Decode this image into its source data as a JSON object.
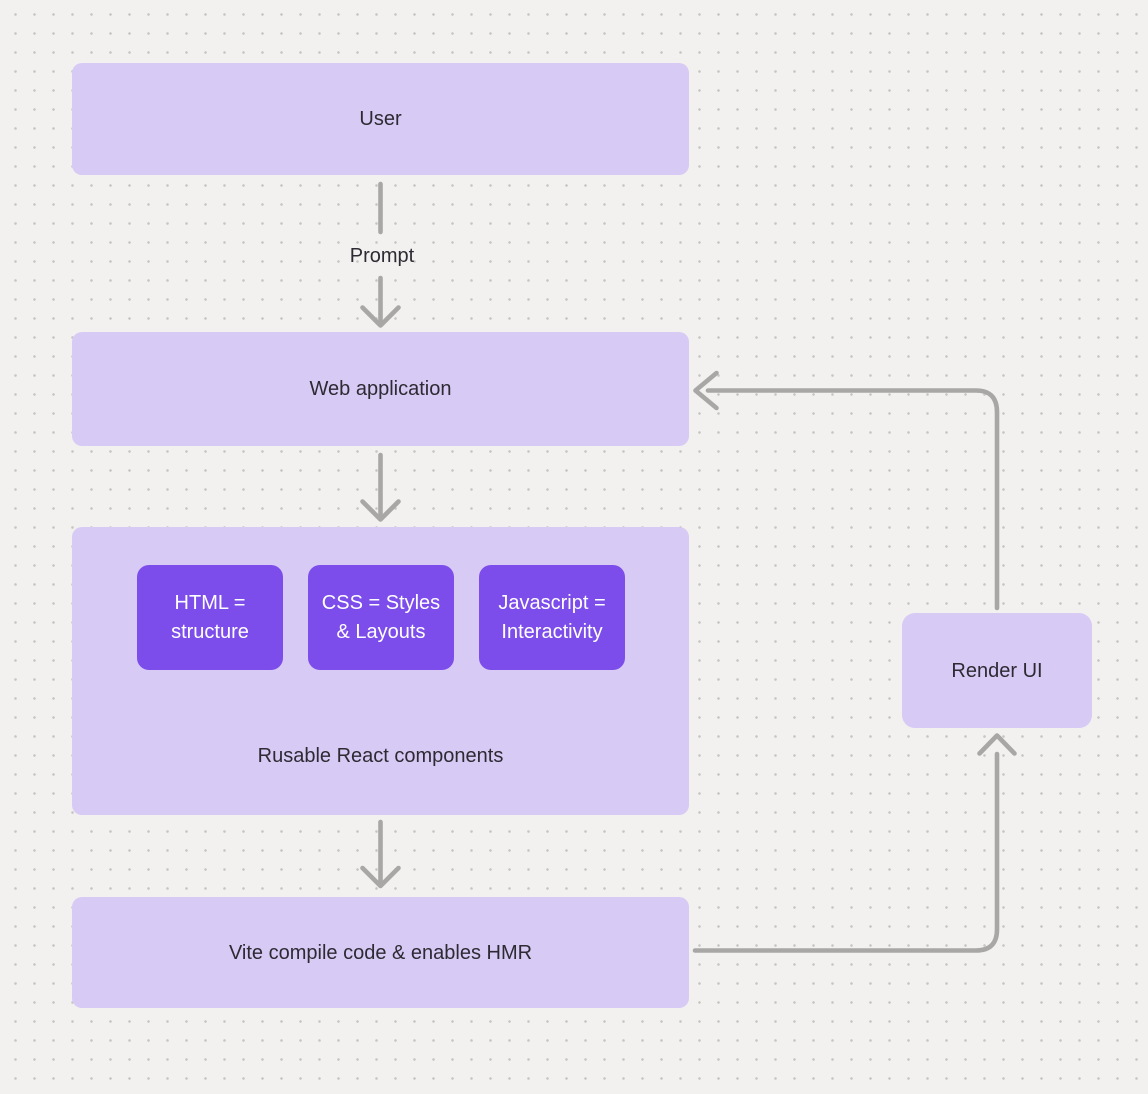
{
  "diagram": {
    "colors": {
      "background": "#f2f1ef",
      "grid_dot": "#c9c6c4",
      "node_fill": "#d7caf4",
      "node_text": "#2d2a33",
      "child_fill": "#7c4dea",
      "child_text": "#ffffff",
      "arrow": "#a8a7a6"
    },
    "nodes": {
      "user": {
        "label": "User"
      },
      "web_application": {
        "label": "Web application"
      },
      "components_group": {
        "caption": "Rusable React components",
        "children": [
          {
            "line1": "HTML =",
            "line2": "structure"
          },
          {
            "line1": "CSS = Styles",
            "line2": "& Layouts"
          },
          {
            "line1": "Javascript =",
            "line2": "Interactivity"
          }
        ]
      },
      "vite": {
        "label": "Vite compile code & enables HMR"
      },
      "render_ui": {
        "label": "Render UI"
      }
    },
    "edge_labels": {
      "prompt": "Prompt"
    }
  }
}
